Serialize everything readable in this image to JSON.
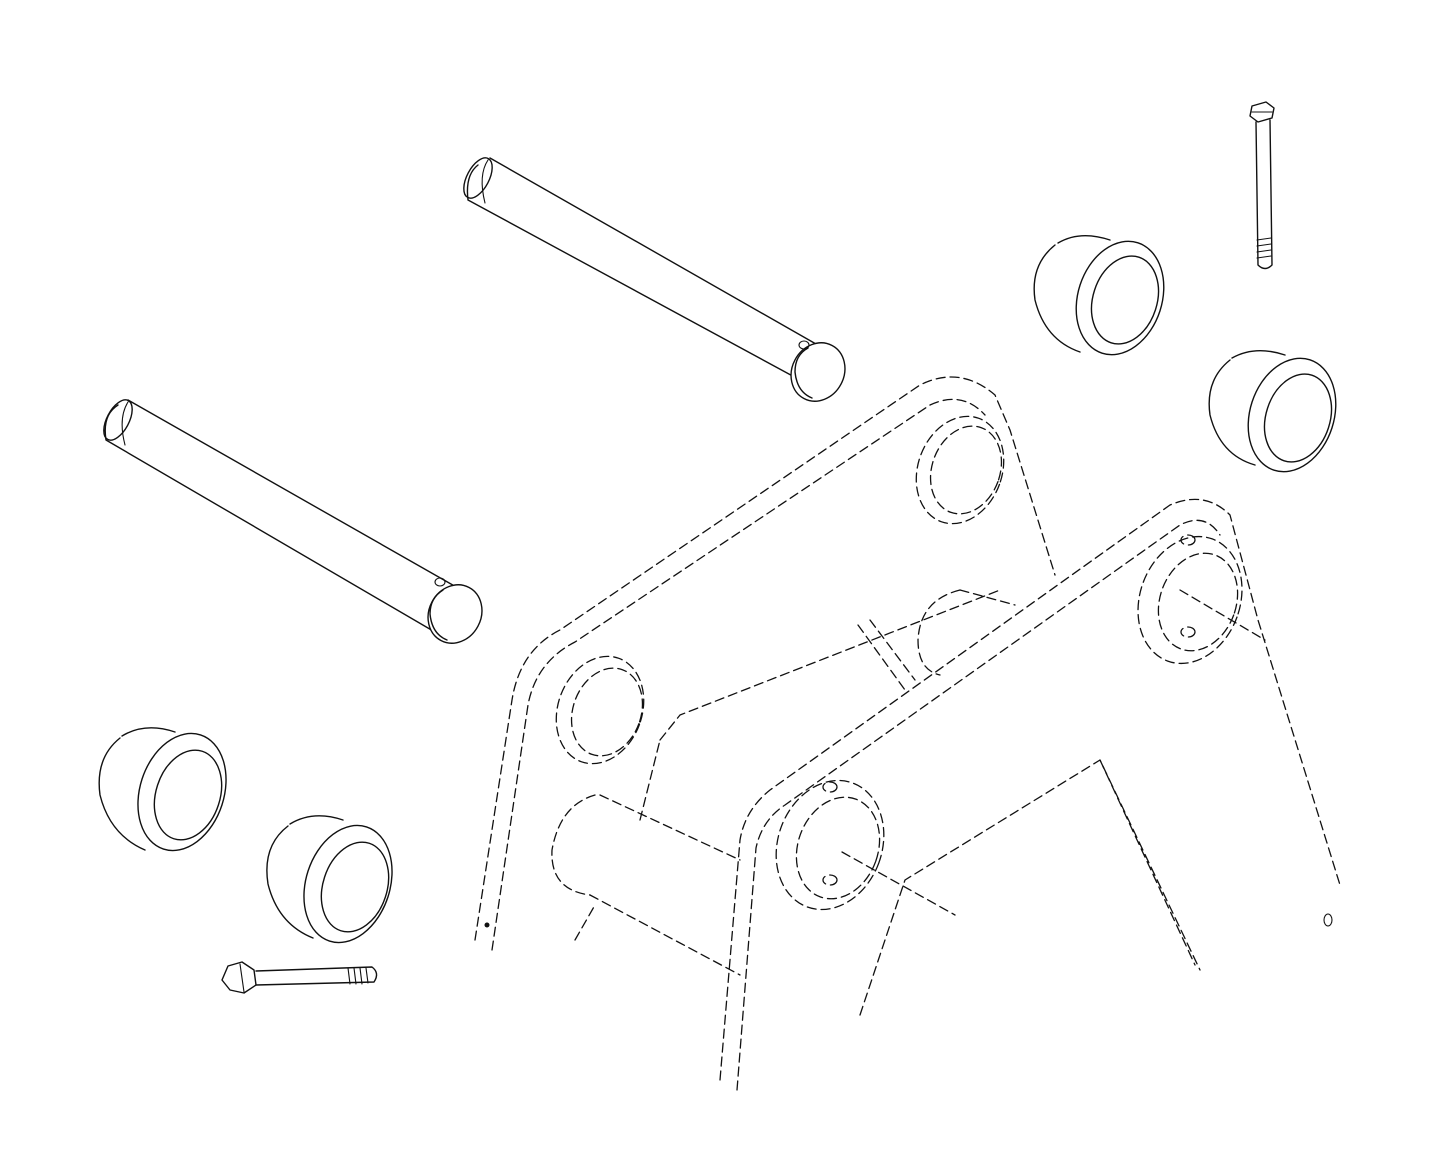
{
  "figure": {
    "kind": "exploded-assembly-line-drawing",
    "background": "#ffffff",
    "line_color": "#111111",
    "parts": [
      {
        "id": "pin-upper",
        "type": "pin"
      },
      {
        "id": "pin-lower",
        "type": "pin"
      },
      {
        "id": "bushing-top-left",
        "type": "flanged-bushing"
      },
      {
        "id": "bushing-top-right",
        "type": "flanged-bushing"
      },
      {
        "id": "bushing-bottom-left",
        "type": "flanged-bushing"
      },
      {
        "id": "bushing-bottom-right",
        "type": "flanged-bushing"
      },
      {
        "id": "bolt-vertical",
        "type": "hex-bolt"
      },
      {
        "id": "bolt-horizontal",
        "type": "hex-bolt"
      },
      {
        "id": "arm-frame",
        "type": "phantom-outline"
      }
    ]
  }
}
